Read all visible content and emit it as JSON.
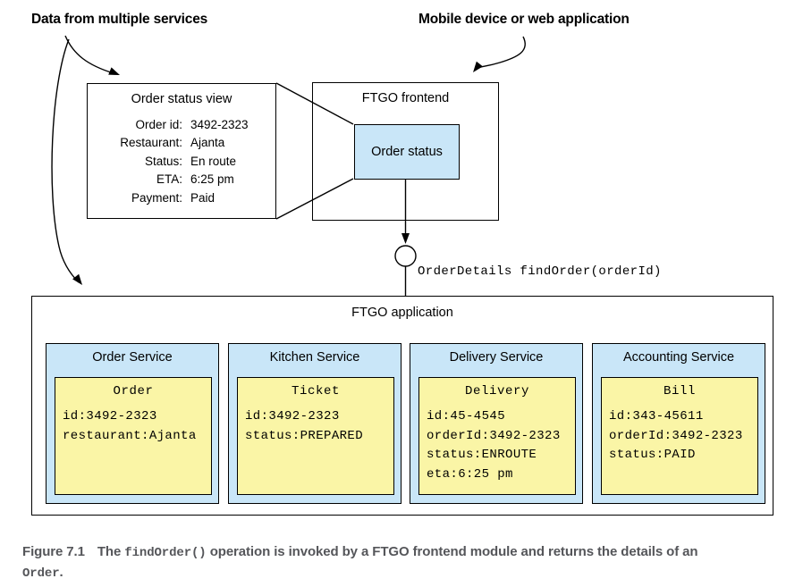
{
  "labels": {
    "data_sources": "Data from multiple services",
    "client": "Mobile device or web application",
    "operation": "OrderDetails findOrder(orderId)"
  },
  "order_status_view": {
    "title": "Order status view",
    "fields": [
      {
        "label": "Order id:",
        "value": "3492-2323"
      },
      {
        "label": "Restaurant:",
        "value": "Ajanta"
      },
      {
        "label": "Status:",
        "value": "En route"
      },
      {
        "label": "ETA:",
        "value": "6:25 pm"
      },
      {
        "label": "Payment:",
        "value": "Paid"
      }
    ]
  },
  "frontend": {
    "title": "FTGO frontend",
    "component": "Order status"
  },
  "application": {
    "title": "FTGO application",
    "services": [
      {
        "name": "Order Service",
        "entity": "Order",
        "attributes": [
          "id:3492-2323",
          "restaurant:Ajanta"
        ]
      },
      {
        "name": "Kitchen Service",
        "entity": "Ticket",
        "attributes": [
          "id:3492-2323",
          "status:PREPARED"
        ]
      },
      {
        "name": "Delivery Service",
        "entity": "Delivery",
        "attributes": [
          "id:45-4545",
          "orderId:3492-2323",
          "status:ENROUTE",
          "eta:6:25 pm"
        ]
      },
      {
        "name": "Accounting Service",
        "entity": "Bill",
        "attributes": [
          "id:343-45611",
          "orderId:3492-2323",
          "status:PAID"
        ]
      }
    ]
  },
  "caption": {
    "label": "Figure 7.1",
    "line1_pre": "The ",
    "line1_code": "findOrder()",
    "line1_post": " operation is invoked by a FTGO frontend module and returns the details of an ",
    "line2_code": "Order",
    "line2_post": "."
  },
  "colors": {
    "component_fill": "#c9e6f8",
    "entity_fill": "#faf5a6",
    "caption_text": "#55565a",
    "line": "#000000"
  }
}
